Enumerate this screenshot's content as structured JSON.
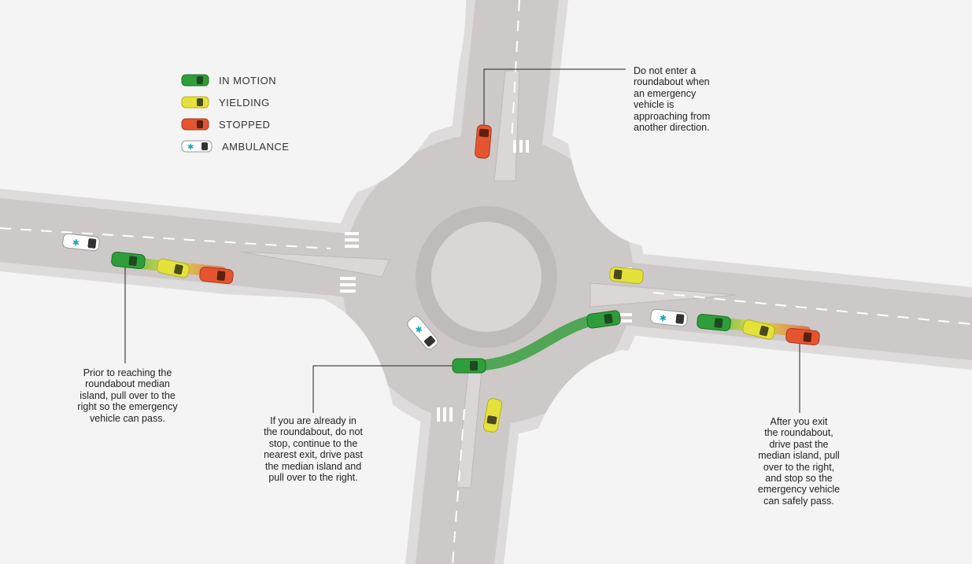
{
  "legend": {
    "in_motion": "IN MOTION",
    "yielding": "YIELDING",
    "stopped": "STOPPED",
    "ambulance": "AMBULANCE"
  },
  "notes": {
    "north": [
      "Do not enter a",
      "roundabout when",
      "an emergency",
      "vehicle is",
      "approaching from",
      "another direction."
    ],
    "west": [
      "Prior to reaching the",
      "roundabout median",
      "island, pull over to the",
      "right so the emergency",
      "vehicle can pass."
    ],
    "center": [
      "If you are already in",
      "the roundabout, do not",
      "stop, continue to the",
      "nearest exit, drive past",
      "the median island and",
      "pull over to the right."
    ],
    "east": [
      "After you exit",
      "the roundabout,",
      "drive past the",
      "median island, pull",
      "over to the right,",
      "and stop so the",
      "emergency vehicle",
      "can safely pass."
    ]
  },
  "colors": {
    "in_motion": "#2f9e3a",
    "yielding": "#e4e23a",
    "stopped": "#e4552f",
    "ambulance": "#ffffff",
    "road": "#cfcbca",
    "curb": "#dcdada",
    "background": "#f4f4f4",
    "path": "#3aa040"
  }
}
